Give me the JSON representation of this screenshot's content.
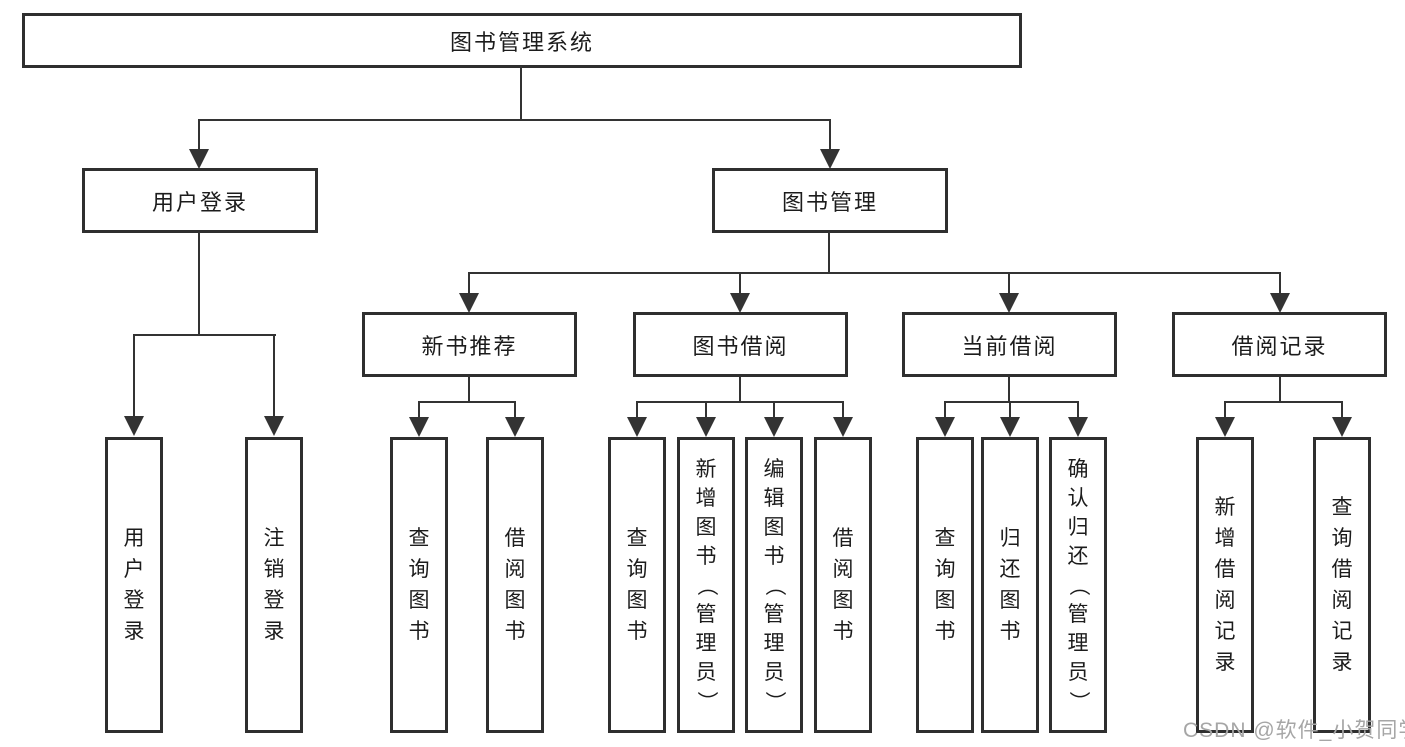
{
  "tree": {
    "root": {
      "label": "图书管理系统"
    },
    "branches": [
      {
        "label": "用户登录",
        "children": [
          {
            "label": "用户登录"
          },
          {
            "label": "注销登录"
          }
        ]
      },
      {
        "label": "图书管理",
        "children": [
          {
            "label": "新书推荐",
            "children": [
              {
                "label": "查询图书"
              },
              {
                "label": "借阅图书"
              }
            ]
          },
          {
            "label": "图书借阅",
            "children": [
              {
                "label": "查询图书"
              },
              {
                "label": "新增图书（管理员）"
              },
              {
                "label": "编辑图书（管理员）"
              },
              {
                "label": "借阅图书"
              }
            ]
          },
          {
            "label": "当前借阅",
            "children": [
              {
                "label": "查询图书"
              },
              {
                "label": "归还图书"
              },
              {
                "label": "确认归还（管理员）"
              }
            ]
          },
          {
            "label": "借阅记录",
            "children": [
              {
                "label": "新增借阅记录"
              },
              {
                "label": "查询借阅记录"
              }
            ]
          }
        ]
      }
    ]
  },
  "watermark": {
    "text": "CSDN @软件_小贺同学"
  },
  "colors": {
    "line": "#333333",
    "box_border": "#2f2f2f",
    "text": "#1c1c1c",
    "background": "#ffffff",
    "watermark": "#a6a6a6"
  }
}
